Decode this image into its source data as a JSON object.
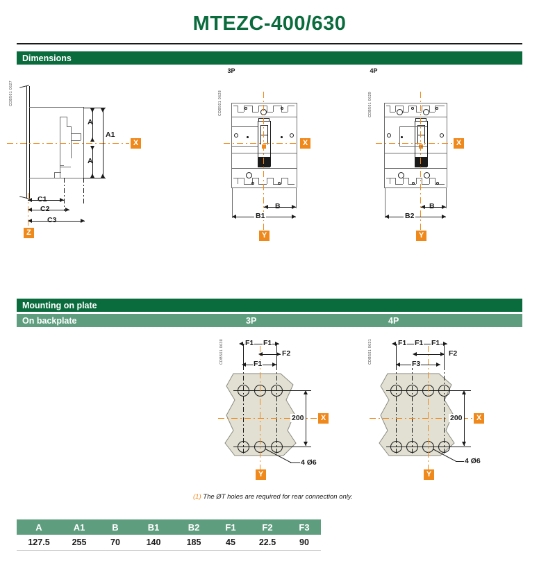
{
  "document": {
    "title": "MTEZC-400/630"
  },
  "sections": {
    "dimensions": {
      "header": "Dimensions",
      "col_3p": "3P",
      "col_4p": "4P",
      "side_view": {
        "ref_code": "CDB501 0627",
        "dims": [
          "A",
          "A1",
          "A",
          "C1",
          "C2",
          "C3"
        ],
        "axis_markers": [
          "X",
          "Z"
        ]
      },
      "front_3p": {
        "ref_code": "CDB501 0628",
        "dims": [
          "B",
          "B1"
        ],
        "axis_markers": [
          "X",
          "Y"
        ]
      },
      "front_4p": {
        "ref_code": "CDB501 0629",
        "dims": [
          "B",
          "B2"
        ],
        "axis_markers": [
          "X",
          "Y"
        ]
      }
    },
    "mounting": {
      "header": "Mounting on plate",
      "subheader": "On backplate",
      "col_3p": "3P",
      "col_4p": "4P",
      "plate_3p": {
        "ref_code": "CDB501 0630",
        "dims": [
          "F1",
          "F1",
          "F2",
          "F1"
        ],
        "height_dim": "200",
        "hole_note": "4 Ø6",
        "axis_markers": [
          "X",
          "Y"
        ]
      },
      "plate_4p": {
        "ref_code": "CDB501 0631",
        "dims": [
          "F1",
          "F1",
          "F1",
          "F2",
          "F3"
        ],
        "height_dim": "200",
        "hole_note": "4 Ø6",
        "axis_markers": [
          "X",
          "Y"
        ]
      },
      "footnote_mark": "(1)",
      "footnote_text": "The ØT holes are required for rear connection only."
    }
  },
  "table": {
    "headers": [
      "A",
      "A1",
      "B",
      "B1",
      "B2",
      "F1",
      "F2",
      "F3"
    ],
    "values": [
      "127.5",
      "255",
      "70",
      "140",
      "185",
      "45",
      "22.5",
      "90"
    ]
  },
  "colors": {
    "brand_green_dark": "#0a6b3d",
    "brand_green_light": "#5e9e7f",
    "accent_orange": "#f0891b",
    "plate_fill": "#e2e0d2"
  }
}
